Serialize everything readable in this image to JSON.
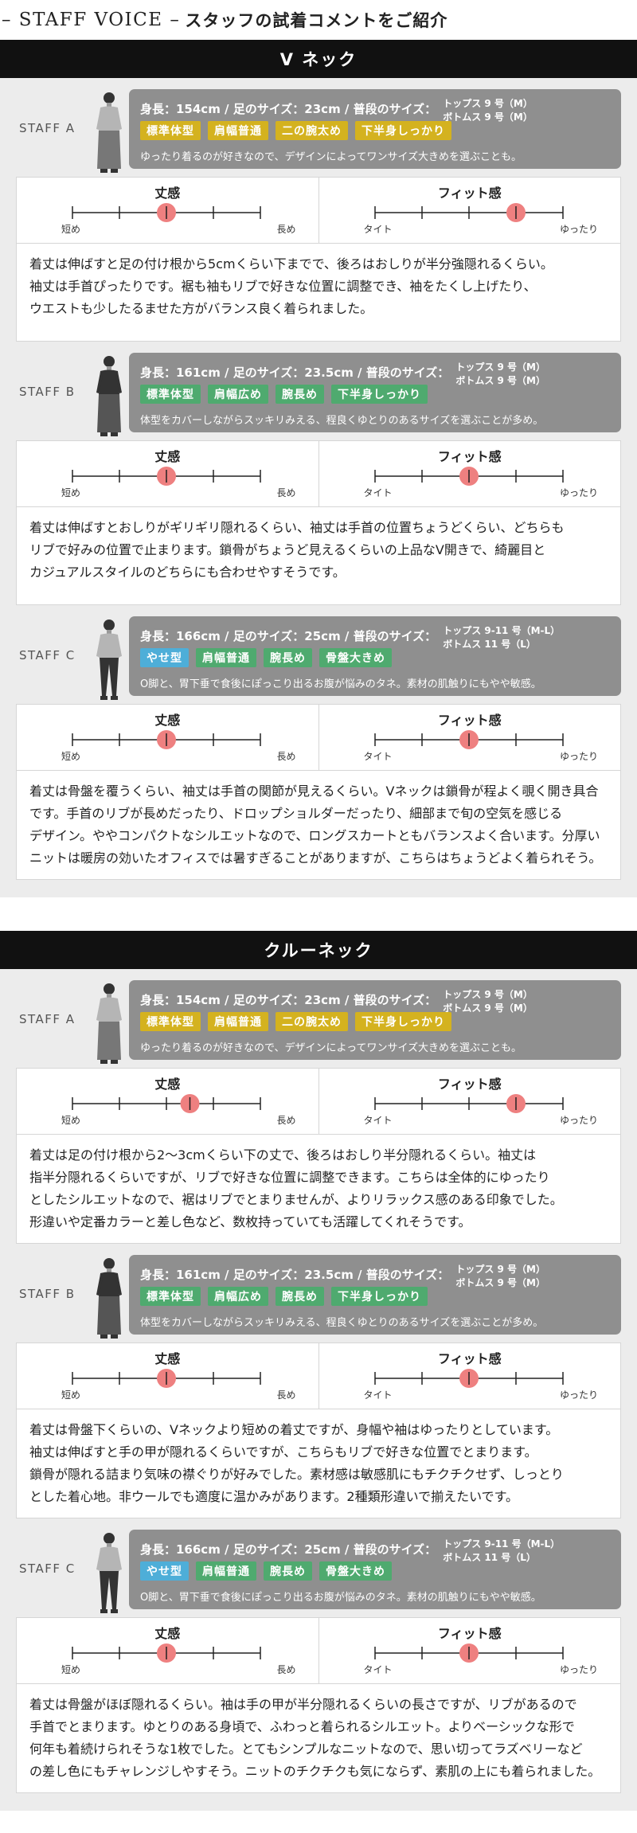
{
  "header": {
    "title_en": "– STAFF VOICE –",
    "title_jp": "スタッフの試着コメントをご紹介"
  },
  "colors": {
    "tag_yellow": "#d4b21f",
    "tag_green": "#4faa6f",
    "tag_blue": "#4eaed8",
    "marker": "#ee8080"
  },
  "scale_labels": {
    "texture": "丈感",
    "texture_left": "短め",
    "texture_right": "長め",
    "fit": "フィット感",
    "fit_left": "タイト",
    "fit_right": "ゆったり"
  },
  "sections": [
    {
      "title": "V ネック",
      "staff": [
        {
          "label": "STAFF A",
          "measure": "身長：154cm / 足のサイズ：23cm / 普段のサイズ：",
          "tops": "トップス  9 号（M）",
          "bottoms": "ボトムス 9 号（M）",
          "tags": [
            {
              "text": "標準体型",
              "color": "yellow"
            },
            {
              "text": "肩幅普通",
              "color": "yellow"
            },
            {
              "text": "二の腕太め",
              "color": "yellow"
            },
            {
              "text": "下半身しっかり",
              "color": "yellow"
            }
          ],
          "comment": "ゆったり着るのが好きなので、デザインによってワンサイズ大きめを選ぶことも。",
          "length_rating": 0.5,
          "fit_rating": 0.75,
          "text_lines": [
            "着丈は伸ばすと足の付け根から5cmくらい下までで、後ろはおしりが半分強隠れるくらい。",
            "袖丈は手首ぴったりです。裾も袖もリブで好きな位置に調整でき、袖をたくし上げたり、",
            "ウエストも少したるませた方がバランス良く着られました。"
          ],
          "text_height": 122
        },
        {
          "label": "STAFF B",
          "measure": "身長：161cm / 足のサイズ：23.5cm / 普段のサイズ：",
          "tops": "トップス  9 号（M）",
          "bottoms": "ボトムス 9 号（M）",
          "tags": [
            {
              "text": "標準体型",
              "color": "green"
            },
            {
              "text": "肩幅広め",
              "color": "green"
            },
            {
              "text": "腕長め",
              "color": "green"
            },
            {
              "text": "下半身しっかり",
              "color": "green"
            }
          ],
          "comment": "体型をカバーしながらスッキリみえる、程良くゆとりのあるサイズを選ぶことが多め。",
          "length_rating": 0.5,
          "fit_rating": 0.5,
          "text_lines": [
            "着丈は伸ばすとおしりがギリギリ隠れるくらい、袖丈は手首の位置ちょうどくらい、どちらも",
            "リブで好みの位置で止まります。鎖骨がちょうど見えるくらいの上品なV開きで、綺麗目と",
            "カジュアルスタイルのどちらにも合わせやすそうです。"
          ],
          "text_height": 122
        },
        {
          "label": "STAFF C",
          "measure": "身長：166cm / 足のサイズ：25cm / 普段のサイズ：",
          "tops": "トップス  9-11 号（M-L）",
          "bottoms": "ボトムス 11 号（L）",
          "tags": [
            {
              "text": "やせ型",
              "color": "blue"
            },
            {
              "text": "肩幅普通",
              "color": "green"
            },
            {
              "text": "腕長め",
              "color": "green"
            },
            {
              "text": "骨盤大きめ",
              "color": "green"
            }
          ],
          "comment": "O脚と、胃下垂で食後にぽっこり出るお腹が悩みのタネ。素材の肌触りにもやや敏感。",
          "length_rating": 0.5,
          "fit_rating": 0.5,
          "text_lines": [
            "着丈は骨盤を覆うくらい、袖丈は手首の関節が見えるくらい。Vネックは鎖骨が程よく覗く開き具合",
            "です。手首のリブが長めだったり、ドロップショルダーだったり、細部まで旬の空気を感じる",
            "デザイン。ややコンパクトなシルエットなので、ロングスカートともバランスよく合います。分厚い",
            "ニットは暖房の効いたオフィスでは暑すぎることがありますが、こちらはちょうどよく着られそう。"
          ],
          "text_height": 128
        }
      ]
    },
    {
      "title": "クルーネック",
      "staff": [
        {
          "label": "STAFF A",
          "measure": "身長：154cm / 足のサイズ：23cm / 普段のサイズ：",
          "tops": "トップス  9 号（M）",
          "bottoms": "ボトムス 9 号（M）",
          "tags": [
            {
              "text": "標準体型",
              "color": "yellow"
            },
            {
              "text": "肩幅普通",
              "color": "yellow"
            },
            {
              "text": "二の腕太め",
              "color": "yellow"
            },
            {
              "text": "下半身しっかり",
              "color": "yellow"
            }
          ],
          "comment": "ゆったり着るのが好きなので、デザインによってワンサイズ大きめを選ぶことも。",
          "length_rating": 0.625,
          "fit_rating": 0.75,
          "text_lines": [
            "着丈は足の付け根から2〜3cmくらい下の丈で、後ろはおしり半分隠れるくらい。袖丈は",
            "指半分隠れるくらいですが、リブで好きな位置に調整できます。こちらは全体的にゆったり",
            "としたシルエットなので、裾はリブでとまりませんが、よりリラックス感のある印象でした。",
            "形違いや定番カラーと差し色など、数枚持っていても活躍してくれそうです。"
          ],
          "text_height": 128
        },
        {
          "label": "STAFF B",
          "measure": "身長：161cm / 足のサイズ：23.5cm / 普段のサイズ：",
          "tops": "トップス  9 号（M）",
          "bottoms": "ボトムス 9 号（M）",
          "tags": [
            {
              "text": "標準体型",
              "color": "green"
            },
            {
              "text": "肩幅広め",
              "color": "green"
            },
            {
              "text": "腕長め",
              "color": "green"
            },
            {
              "text": "下半身しっかり",
              "color": "green"
            }
          ],
          "comment": "体型をカバーしながらスッキリみえる、程良くゆとりのあるサイズを選ぶことが多め。",
          "length_rating": 0.5,
          "fit_rating": 0.5,
          "text_lines": [
            "着丈は骨盤下くらいの、Vネックより短めの着丈ですが、身幅や袖はゆったりとしています。",
            "袖丈は伸ばすと手の甲が隠れるくらいですが、こちらもリブで好きな位置でとまります。",
            "鎖骨が隠れる詰まり気味の襟ぐりが好みでした。素材感は敏感肌にもチクチクせず、しっとり",
            "とした着心地。非ウールでも適度に温かみがあります。2種類形違いで揃えたいです。"
          ],
          "text_height": 128
        },
        {
          "label": "STAFF C",
          "measure": "身長：166cm / 足のサイズ：25cm / 普段のサイズ：",
          "tops": "トップス  9-11 号（M-L）",
          "bottoms": "ボトムス 11 号（L）",
          "tags": [
            {
              "text": "やせ型",
              "color": "blue"
            },
            {
              "text": "肩幅普通",
              "color": "green"
            },
            {
              "text": "腕長め",
              "color": "green"
            },
            {
              "text": "骨盤大きめ",
              "color": "green"
            }
          ],
          "comment": "O脚と、胃下垂で食後にぽっこり出るお腹が悩みのタネ。素材の肌触りにもやや敏感。",
          "length_rating": 0.5,
          "fit_rating": 0.5,
          "text_lines": [
            "着丈は骨盤がほぼ隠れるくらい。袖は手の甲が半分隠れるくらいの長さですが、リブがあるので",
            "手首でとまります。ゆとりのある身頃で、ふわっと着られるシルエット。よりベーシックな形で",
            "何年も着続けられそうな1枚でした。とてもシンプルなニットなので、思い切ってラズベリーなど",
            "の差し色にもチャレンジしやすそう。ニットのチクチクも気にならず、素肌の上にも着られました。"
          ],
          "text_height": 128
        }
      ]
    }
  ]
}
